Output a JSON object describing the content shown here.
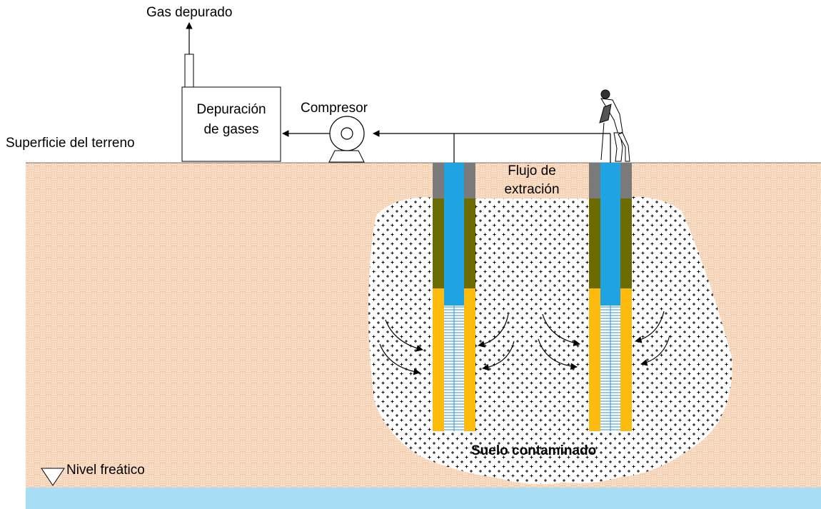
{
  "labels": {
    "gas_output": "Gas depurado",
    "treatment_line1": "Depuración",
    "treatment_line2": "de gases",
    "compressor": "Compresor",
    "ground_surface": "Superficie del terreno",
    "flow_line1": "Flujo de",
    "flow_line2": "extración",
    "contaminated_soil": "Suelo contaminado",
    "water_table": "Nivel freático"
  },
  "colors": {
    "soil": "#fbe6d4",
    "soil_pattern": "#f0bc93",
    "groundwater": "#a7def5",
    "well_pipe": "#1fa3e3",
    "grout_seal": "#7a7a7a",
    "bentonite": "#6b6b00",
    "gravel_pack": "#fdbb0e",
    "screen": "#2f8fd6"
  },
  "icons": [
    "worker-icon",
    "compressor-icon",
    "water-table-icon"
  ]
}
